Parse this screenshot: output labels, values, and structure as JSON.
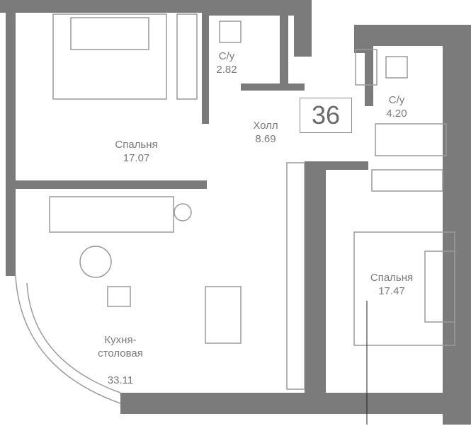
{
  "apartment_number": "36",
  "colors": {
    "wall": "#7b7b7b",
    "line": "#9a9a9a"
  },
  "rooms": [
    {
      "name": "Спальня",
      "area": "17.07"
    },
    {
      "name": "С/у",
      "area": "2.82"
    },
    {
      "name": "Холл",
      "area": "8.69"
    },
    {
      "name": "С/у",
      "area": "4.20"
    },
    {
      "name": "Кухня-\nстоловая",
      "area": "33.11"
    },
    {
      "name": "Спальня",
      "area": "17.47"
    }
  ]
}
